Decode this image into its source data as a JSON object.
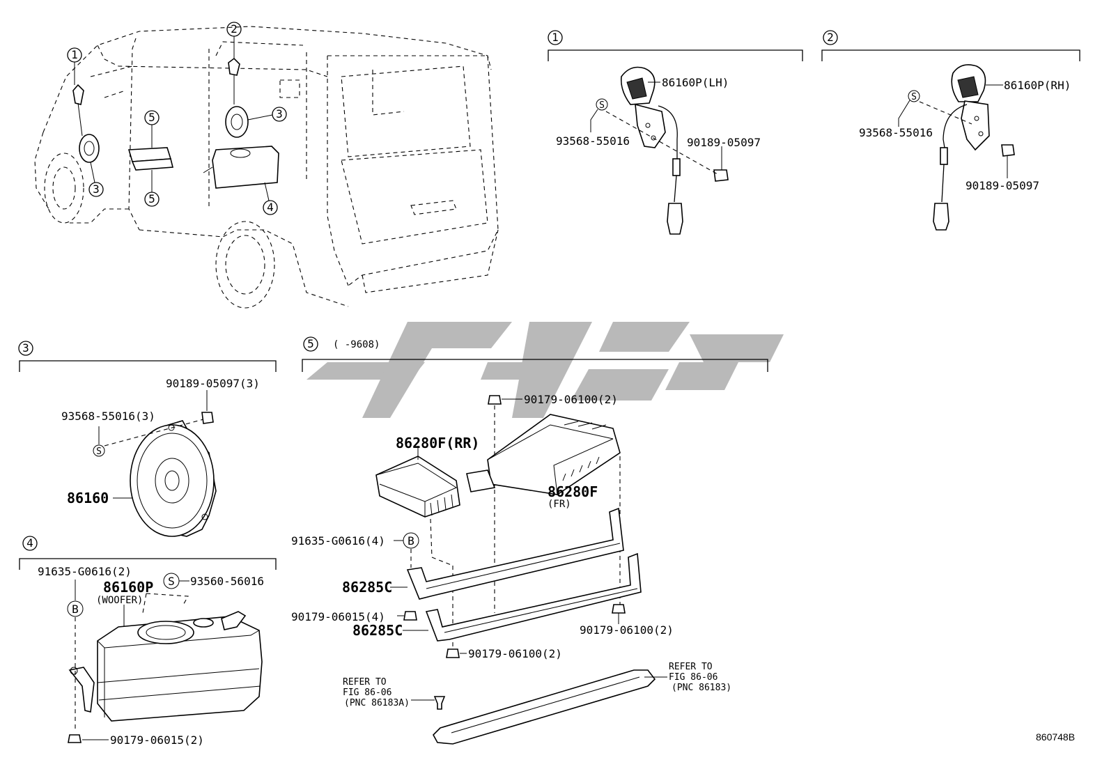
{
  "labels": {
    "p1_cap": "1",
    "p2_cap": "2",
    "p3_cap": "3",
    "p4_cap": "4",
    "p5_cap": "5",
    "p5_range": "(   -9608)",
    "lh_speaker": "86160P(LH)",
    "rh_speaker": "86160P(RH)",
    "screw_lh": "93568-55016",
    "clip_lh": "90189-05097",
    "screw_rh": "93568-55016",
    "clip_rh": "90189-05097",
    "clip3": "90189-05097(3)",
    "screw3": "93568-55016(3)",
    "speaker3": "86160",
    "bolt4": "91635-G0616(2)",
    "woofer": "86160P",
    "woofer_sub": "(WOOFER)",
    "screw4": "93560-56016",
    "nut4": "90179-06015(2)",
    "nut_top5": "90179-06100(2)",
    "amp_rr": "86280F(RR)",
    "amp_fr": "86280F",
    "amp_fr_sub": "(FR)",
    "bolt5": "91635-G0616(4)",
    "bracket1": "86285C",
    "nut5a": "90179-06015(4)",
    "bracket2": "86285C",
    "nut5b": "90179-06100(2)",
    "nut5c": "90179-06100(2)",
    "refer_l1": "REFER TO",
    "refer_l2": "FIG 86-06",
    "refer_l3": "(PNC 86183A)",
    "refer_r1": "REFER TO",
    "refer_r2": "FIG 86-06",
    "refer_r3": "(PNC 86183)",
    "fig_code": "860748B",
    "sym_s": "S",
    "sym_b": "B",
    "van_c1": "1",
    "van_c2": "2",
    "van_c3a": "3",
    "van_c3b": "3",
    "van_c4": "4",
    "van_c5a": "5",
    "van_c5b": "5"
  }
}
